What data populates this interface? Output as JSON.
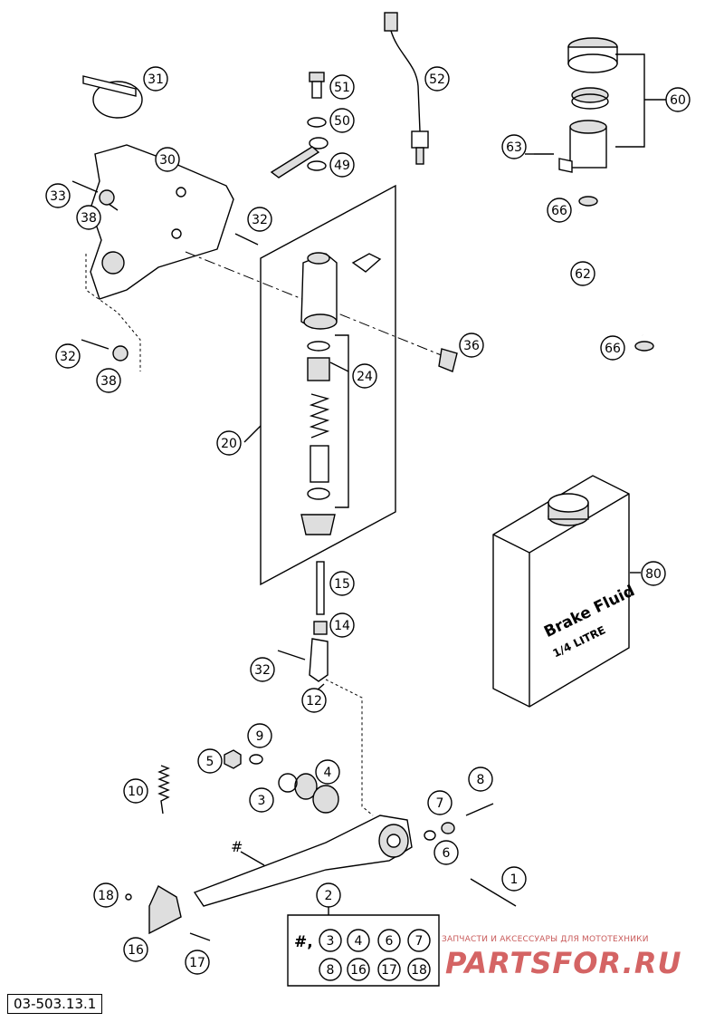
{
  "diagram_code": "03-503.13.1",
  "bottle": {
    "line1": "Brake Fluid",
    "line2": "1/4 LITRE"
  },
  "marker": "#",
  "kit": {
    "prefix": "#,",
    "parts": [
      "3",
      "4",
      "6",
      "7",
      "8",
      "16",
      "17",
      "18"
    ]
  },
  "watermark": {
    "tagline": "ЗАПЧАСТИ И АКСЕССУАРЫ ДЛЯ МОТОТЕХНИКИ",
    "logo": "PARTSFOR.RU"
  },
  "callouts": [
    {
      "label": "31"
    },
    {
      "label": "51"
    },
    {
      "label": "52"
    },
    {
      "label": "60"
    },
    {
      "label": "50"
    },
    {
      "label": "30"
    },
    {
      "label": "49"
    },
    {
      "label": "63"
    },
    {
      "label": "33"
    },
    {
      "label": "38"
    },
    {
      "label": "32"
    },
    {
      "label": "66"
    },
    {
      "label": "62"
    },
    {
      "label": "32"
    },
    {
      "label": "38"
    },
    {
      "label": "36"
    },
    {
      "label": "66"
    },
    {
      "label": "24"
    },
    {
      "label": "20"
    },
    {
      "label": "80"
    },
    {
      "label": "15"
    },
    {
      "label": "14"
    },
    {
      "label": "32"
    },
    {
      "label": "12"
    },
    {
      "label": "9"
    },
    {
      "label": "5"
    },
    {
      "label": "4"
    },
    {
      "label": "10"
    },
    {
      "label": "3"
    },
    {
      "label": "8"
    },
    {
      "label": "7"
    },
    {
      "label": "6"
    },
    {
      "label": "1"
    },
    {
      "label": "18"
    },
    {
      "label": "2"
    },
    {
      "label": "16"
    },
    {
      "label": "17"
    }
  ]
}
